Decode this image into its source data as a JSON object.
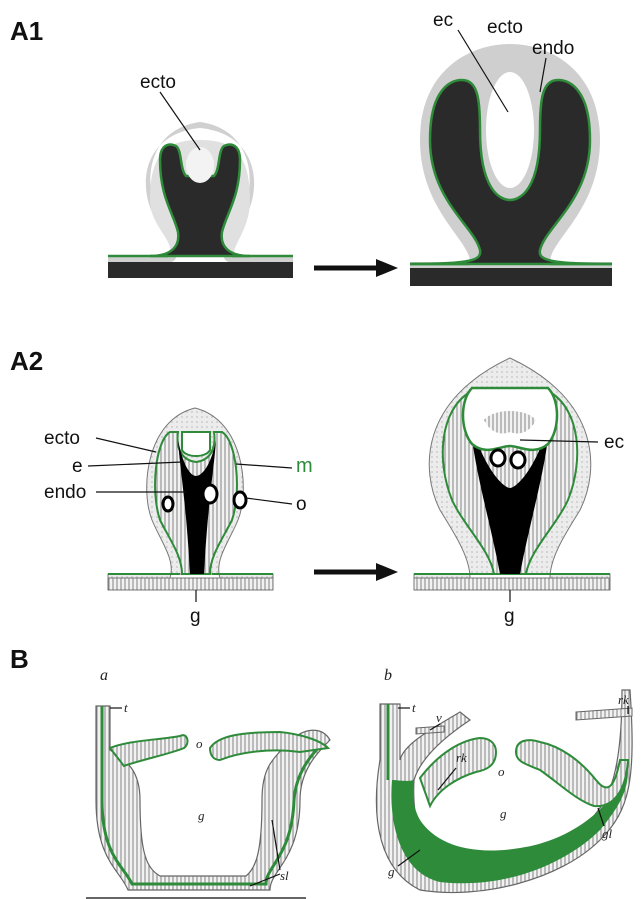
{
  "panels": {
    "a1": {
      "label": "A1",
      "left": {
        "ecto": "ecto"
      },
      "right": {
        "ec": "ec",
        "ecto": "ecto",
        "endo": "endo"
      }
    },
    "a2": {
      "label": "A2",
      "left": {
        "ecto": "ecto",
        "e": "e",
        "m": "m",
        "endo": "endo",
        "o": "o",
        "g": "g"
      },
      "right": {
        "ec": "ec",
        "g": "g"
      }
    },
    "b": {
      "label": "B",
      "a": {
        "sub": "a",
        "t": "t",
        "o": "o",
        "g": "g",
        "sl": "sl"
      },
      "b": {
        "sub": "b",
        "t": "t",
        "v": "v",
        "rk_right": "rk",
        "rk_left": "rk",
        "o": "o",
        "g_inner": "g",
        "g_outer": "g",
        "gl": "gl"
      }
    }
  },
  "colors": {
    "mesoderm_green": "#2e8b3a",
    "endoderm_dark": "#2a2a2a",
    "ectoderm_light": "#d8d8d8"
  }
}
